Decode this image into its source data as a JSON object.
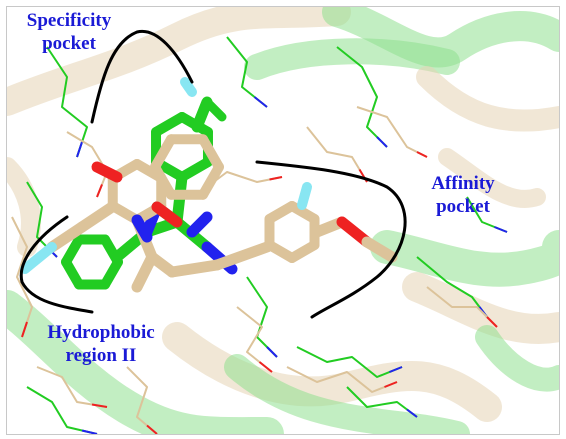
{
  "figure": {
    "labels": {
      "specificity": {
        "line1": "Specificity",
        "line2": "pocket"
      },
      "affinity": {
        "line1": "Affinity",
        "line2": "pocket"
      },
      "hydrophobic": {
        "line1": "Hydrophobic",
        "line2": "region II"
      }
    },
    "colors": {
      "label_text": "#1a1ad6",
      "pocket_outline": "#000000",
      "carbon_green": "#22cc22",
      "carbon_wheat": "#dcc39a",
      "nitrogen": "#2222ee",
      "oxygen": "#ee2222",
      "fluorine": "#88e6f2",
      "ribbon_green": "#8fe08f",
      "ribbon_wheat": "#e6d4b4"
    }
  }
}
